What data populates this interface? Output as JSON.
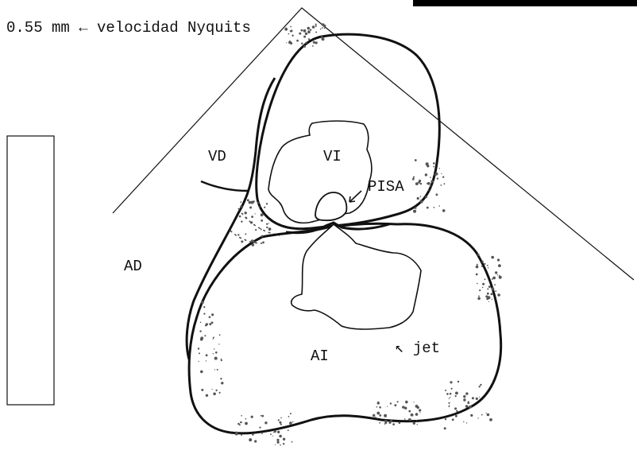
{
  "caption": "0.55 mm ← velocidad Nyquits",
  "labels": {
    "vd": "VD",
    "vi": "VI",
    "pisa": "PISA",
    "ad": "AD",
    "ai": "AI",
    "jet": "↖ jet"
  },
  "colors": {
    "ink": "#111111",
    "background": "#ffffff"
  }
}
